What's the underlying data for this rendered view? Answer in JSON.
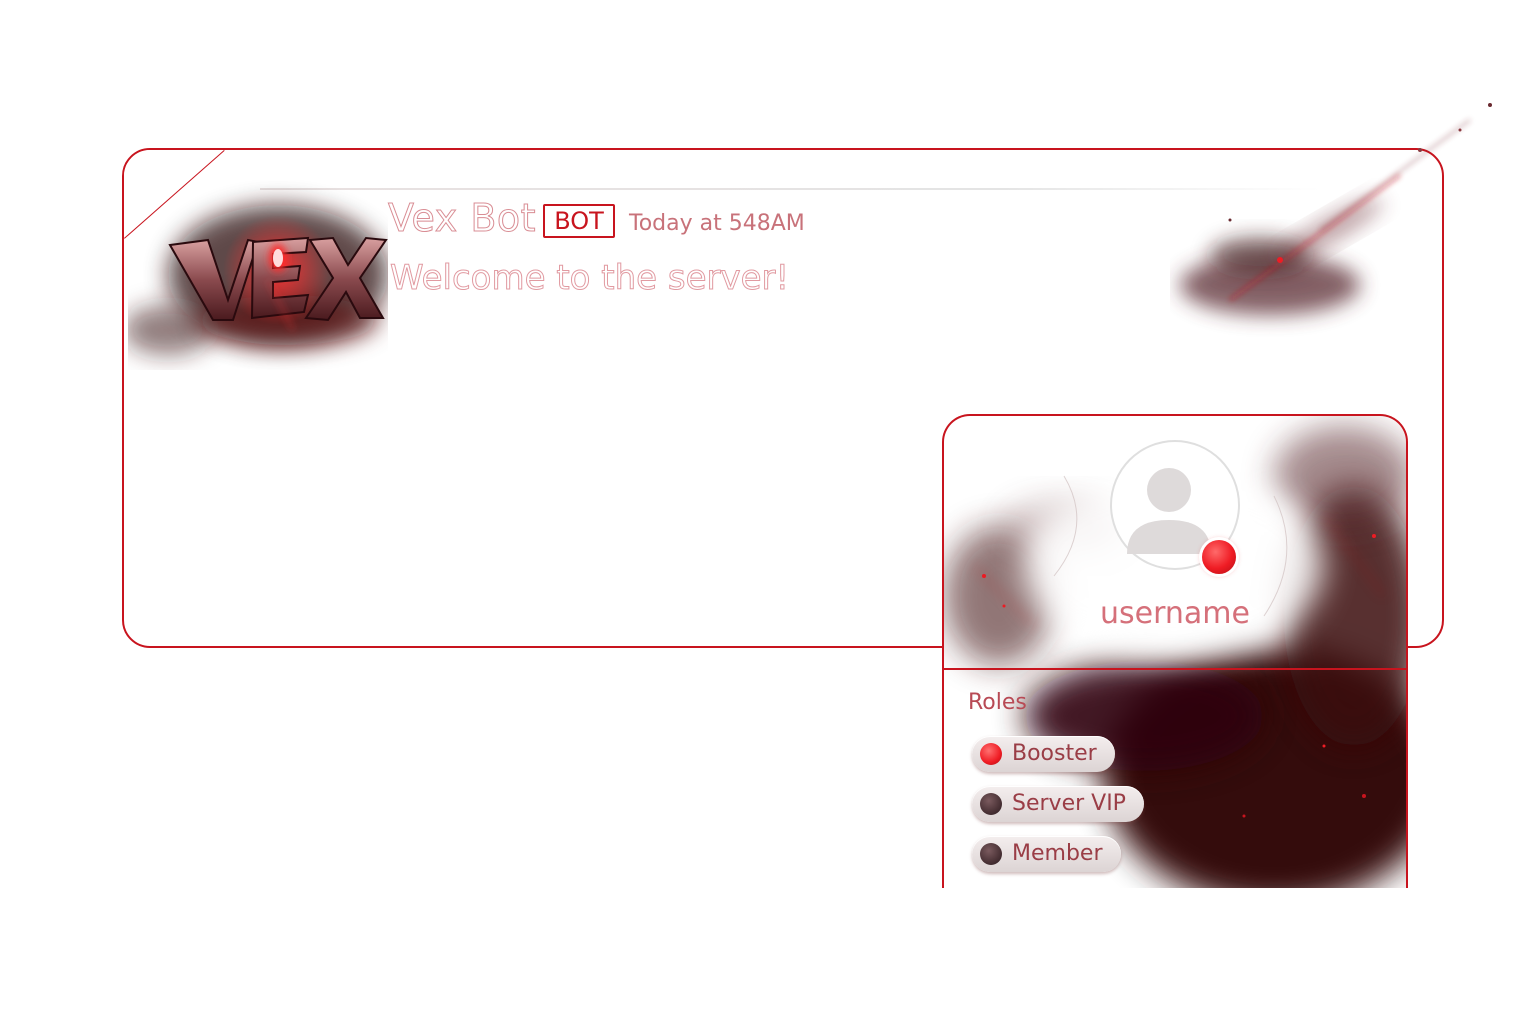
{
  "message": {
    "author": "Vex Bot",
    "badge": "BOT",
    "timestamp": "Today at 548AM",
    "text": "Welcome to the server!",
    "logo_text": "VEX"
  },
  "profile": {
    "username": "username",
    "status": "online",
    "roles_heading": "Roles",
    "roles": [
      {
        "label": "Booster",
        "color": "#ef1c24"
      },
      {
        "label": "Server VIP",
        "color": "#4a3236"
      },
      {
        "label": "Member",
        "color": "#4a3236"
      }
    ]
  },
  "colors": {
    "accent": "#c8141e",
    "text_pink": "#d98d94",
    "timestamp": "#c8727a",
    "dark_red": "#3a0608"
  },
  "icons": {
    "avatar": "user-silhouette-icon",
    "status": "status-online-icon",
    "corner": "corner-accent-icon"
  }
}
